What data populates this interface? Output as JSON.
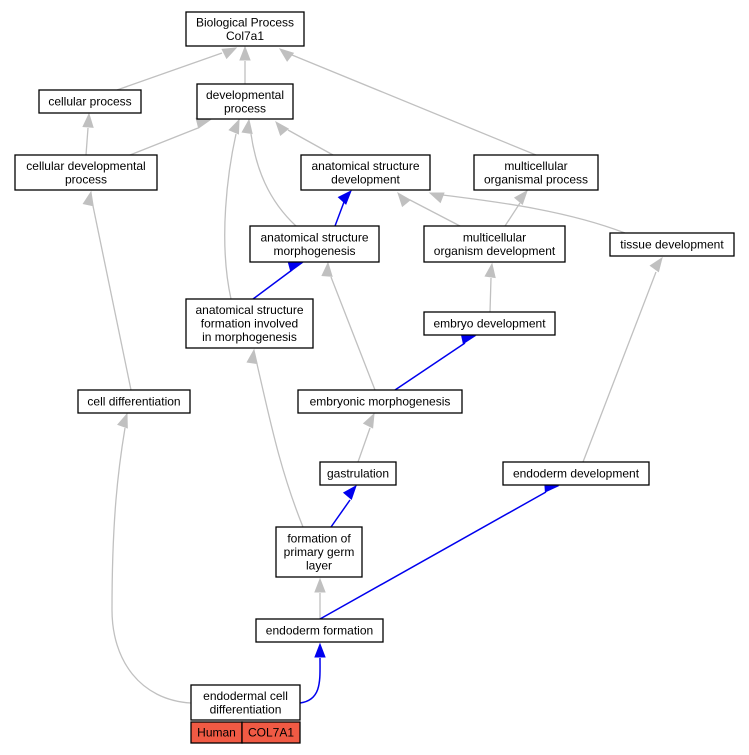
{
  "graph": {
    "nodes": {
      "bp": [
        "Biological Process",
        "Col7a1"
      ],
      "cp": [
        "cellular process"
      ],
      "dp": [
        "developmental",
        "process"
      ],
      "cdp": [
        "cellular developmental",
        "process"
      ],
      "asd": [
        "anatomical structure",
        "development"
      ],
      "mop": [
        "multicellular",
        "organismal process"
      ],
      "asm": [
        "anatomical structure",
        "morphogenesis"
      ],
      "mod": [
        "multicellular",
        "organism development"
      ],
      "td": [
        "tissue development"
      ],
      "asf": [
        "anatomical structure",
        "formation involved",
        "in morphogenesis"
      ],
      "ed": [
        "embryo development"
      ],
      "cd": [
        "cell differentiation"
      ],
      "em": [
        "embryonic morphogenesis"
      ],
      "gas": [
        "gastrulation"
      ],
      "endd": [
        "endoderm development"
      ],
      "fpgl": [
        "formation of",
        "primary germ",
        "layer"
      ],
      "ef": [
        "endoderm formation"
      ],
      "ecd": [
        "endodermal cell",
        "differentiation"
      ]
    },
    "tags": {
      "species": "Human",
      "gene": "COL7A1"
    },
    "colors": {
      "edge_gray": "#c0c0c0",
      "edge_blue": "#0000ee",
      "tag_fill": "#f05a44"
    }
  }
}
